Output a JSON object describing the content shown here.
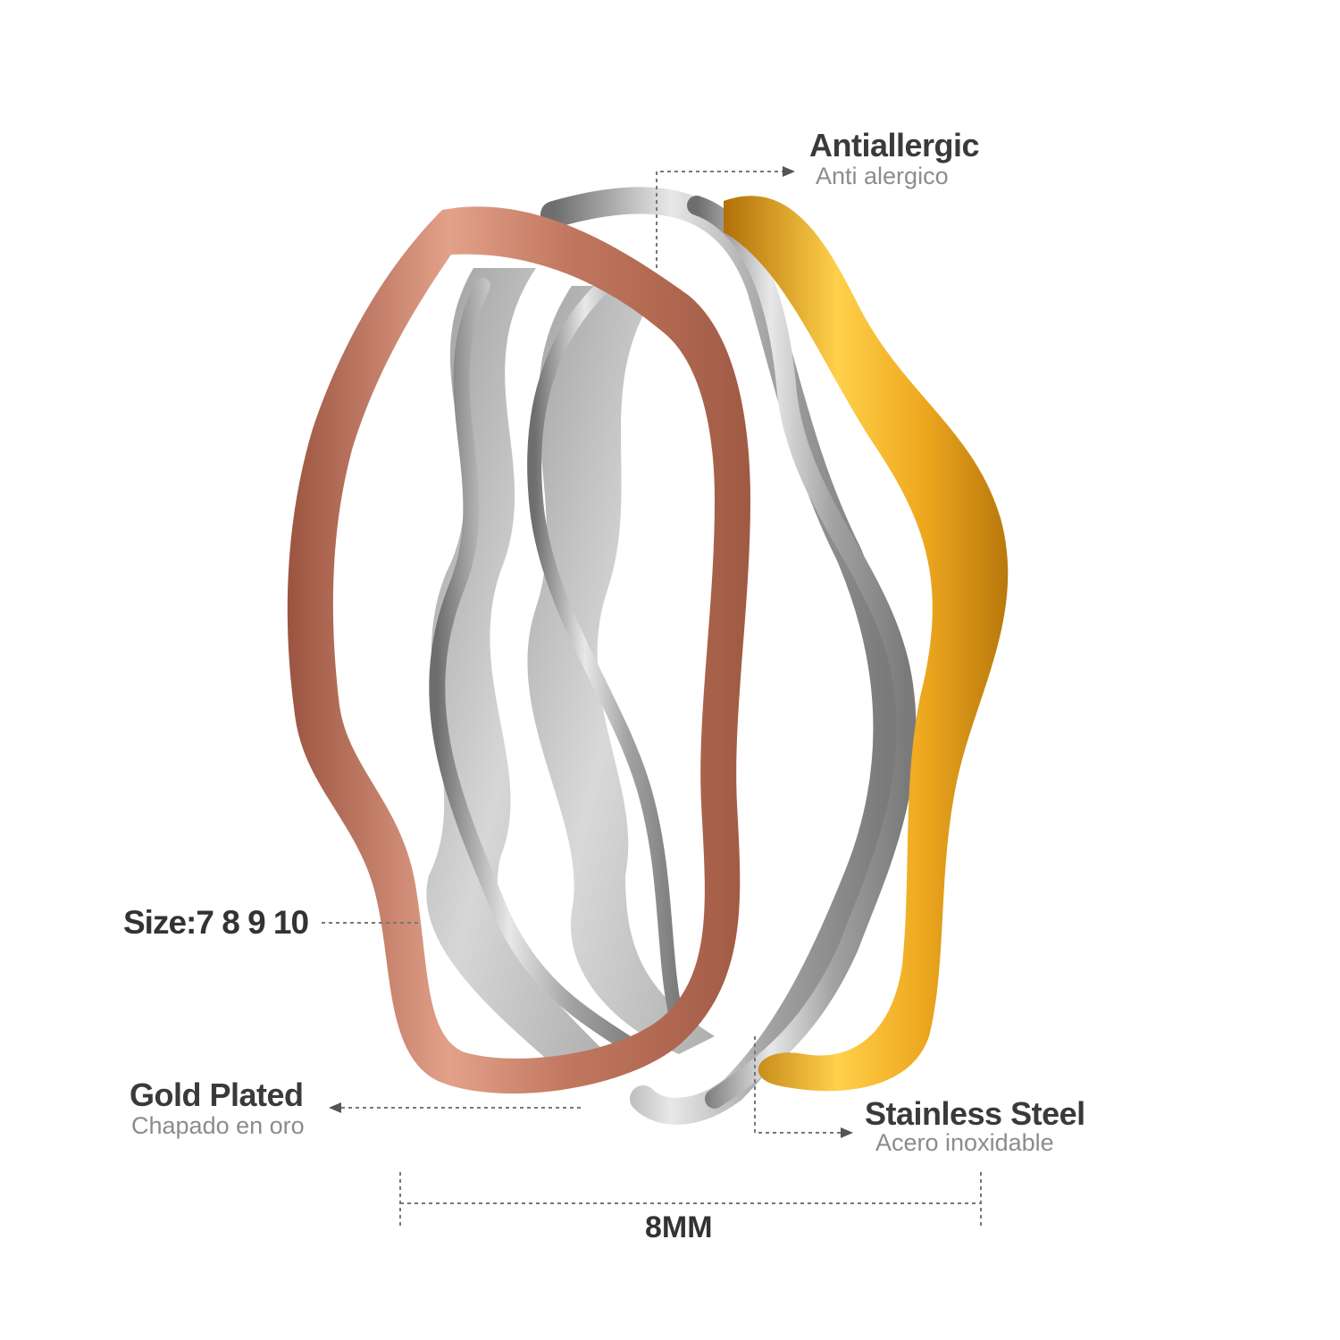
{
  "product": {
    "labels": {
      "antiallergic": "Antiallergic",
      "antiallergic_es": "Anti alergico",
      "size": "Size:7 8 9 10",
      "gold_plated": "Gold Plated",
      "gold_plated_es": "Chapado en oro",
      "stainless_steel": "Stainless Steel",
      "stainless_steel_es": "Acero inoxidable",
      "width": "8MM"
    },
    "colors": {
      "rose_gold": "#c8806a",
      "gold": "#e8a21c",
      "steel": "#b8b8b8",
      "text_main": "#3a3a3a",
      "text_sub": "#8c8c8c"
    }
  }
}
